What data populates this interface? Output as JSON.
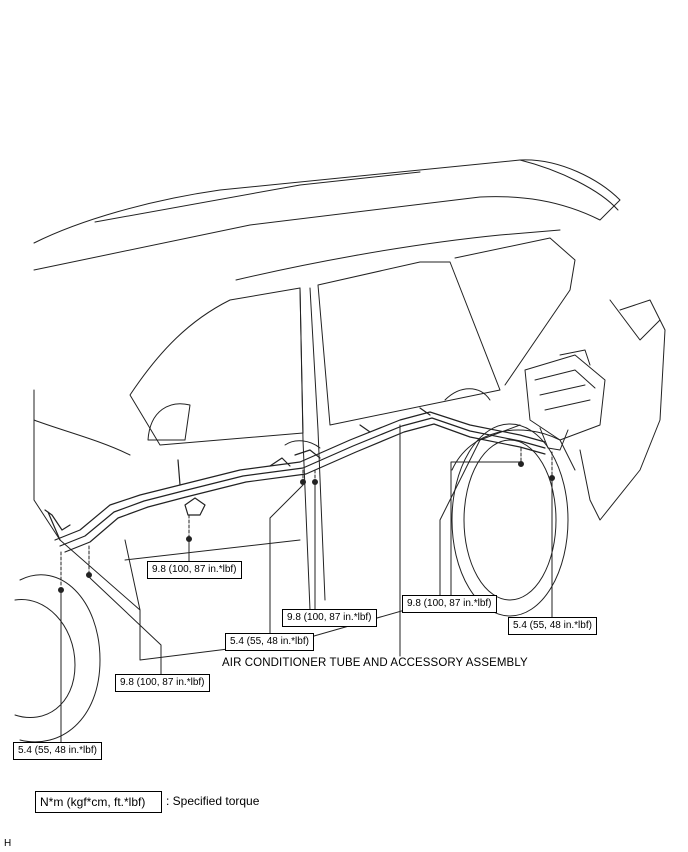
{
  "callouts": {
    "torque_front_floor": "9.8 (100, 87 in.*lbf)",
    "torque_center_a": "9.8 (100, 87 in.*lbf)",
    "torque_center_b": "5.4 (55, 48 in.*lbf)",
    "torque_rear_a": "9.8 (100, 87 in.*lbf)",
    "torque_rear_b": "5.4 (55, 48 in.*lbf)",
    "torque_front_a": "9.8 (100, 87 in.*lbf)",
    "torque_front_b": "5.4 (55, 48 in.*lbf)"
  },
  "assembly_label": "AIR CONDITIONER TUBE AND ACCESSORY ASSEMBLY",
  "legend": {
    "box_text": "N*m (kgf*cm, ft.*lbf)",
    "description": ": Specified torque"
  },
  "corner_code": "H"
}
